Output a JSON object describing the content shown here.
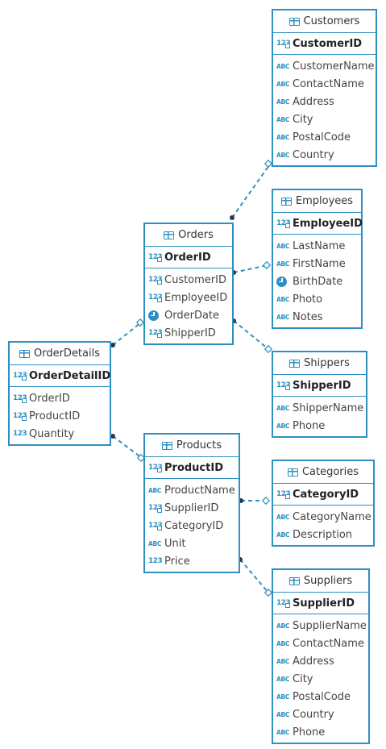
{
  "colors": {
    "accent": "#2e8fc3",
    "line": "#2e8fc3",
    "dot": "#1c3b57"
  },
  "tables": {
    "customers": {
      "title": "Customers",
      "pk": "CustomerID",
      "columns": [
        "CustomerName",
        "ContactName",
        "Address",
        "City",
        "PostalCode",
        "Country"
      ]
    },
    "employees": {
      "title": "Employees",
      "pk": "EmployeeID",
      "columns": [
        "LastName",
        "FirstName",
        "BirthDate",
        "Photo",
        "Notes"
      ]
    },
    "orders": {
      "title": "Orders",
      "pk": "OrderID",
      "columns": [
        "CustomerID",
        "EmployeeID",
        "OrderDate",
        "ShipperID"
      ]
    },
    "shippers": {
      "title": "Shippers",
      "pk": "ShipperID",
      "columns": [
        "ShipperName",
        "Phone"
      ]
    },
    "orderdetails": {
      "title": "OrderDetails",
      "pk": "OrderDetailID",
      "columns": [
        "OrderID",
        "ProductID",
        "Quantity"
      ]
    },
    "products": {
      "title": "Products",
      "pk": "ProductID",
      "columns": [
        "ProductName",
        "SupplierID",
        "CategoryID",
        "Unit",
        "Price"
      ]
    },
    "categories": {
      "title": "Categories",
      "pk": "CategoryID",
      "columns": [
        "CategoryName",
        "Description"
      ]
    },
    "suppliers": {
      "title": "Suppliers",
      "pk": "SupplierID",
      "columns": [
        "SupplierName",
        "ContactName",
        "Address",
        "City",
        "PostalCode",
        "Country",
        "Phone"
      ]
    }
  },
  "relationships": [
    {
      "from": "orders",
      "to": "customers"
    },
    {
      "from": "orders",
      "to": "employees"
    },
    {
      "from": "orders",
      "to": "shippers"
    },
    {
      "from": "orderdetails",
      "to": "orders"
    },
    {
      "from": "orderdetails",
      "to": "products"
    },
    {
      "from": "products",
      "to": "categories"
    },
    {
      "from": "products",
      "to": "suppliers"
    }
  ]
}
